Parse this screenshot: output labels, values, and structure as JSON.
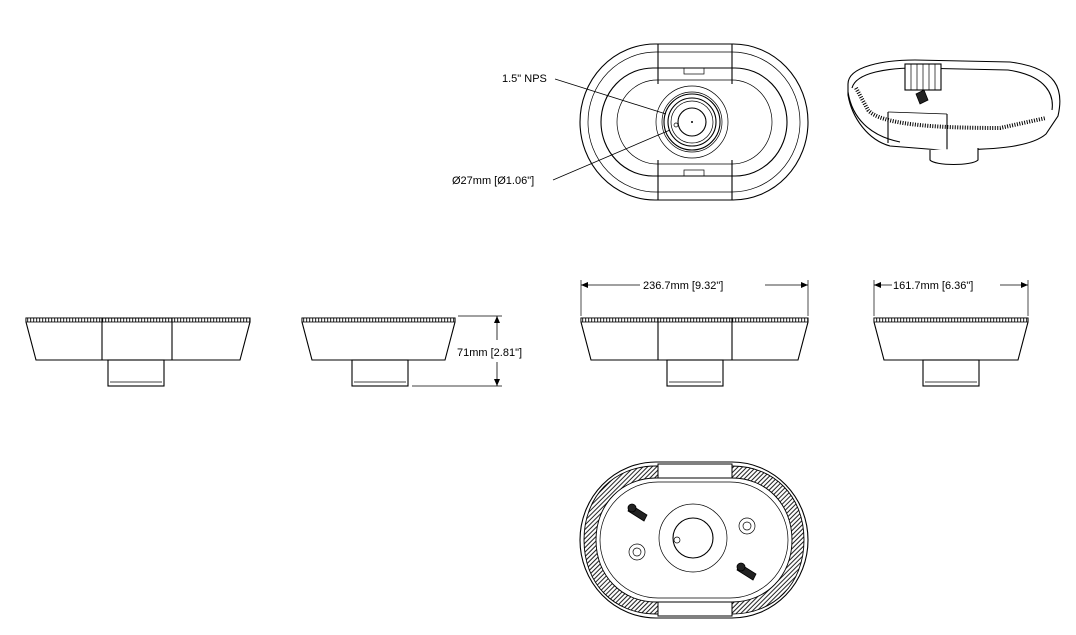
{
  "annotations": {
    "thread_label": "1.5\" NPS",
    "hole_diameter_label": "Ø27mm [Ø1.06\"]",
    "height_label": "71mm [2.81\"]",
    "length_label": "236.7mm [9.32\"]",
    "width_label": "161.7mm [6.36\"]"
  },
  "line_color": "#000000",
  "background_color": "#ffffff"
}
